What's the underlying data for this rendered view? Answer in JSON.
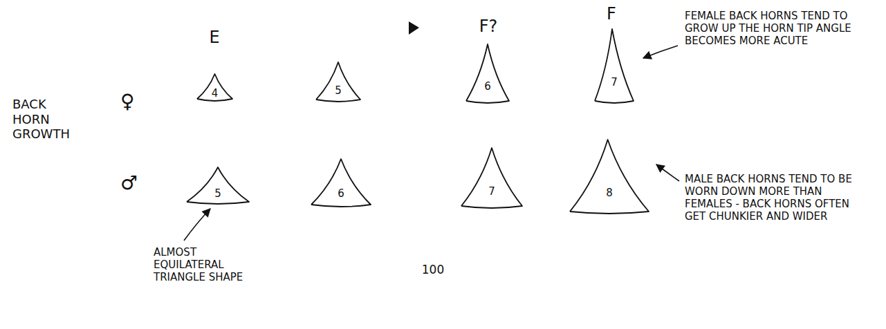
{
  "diagram": {
    "nodes": [
      {
        "text": [
          "4"
        ]
      },
      {
        "text": [
          "5"
        ]
      },
      {
        "text": [
          "6"
        ]
      },
      {
        "text": [
          "7"
        ]
      },
      {
        "text": [
          "5"
        ]
      },
      {
        "text": [
          "6"
        ]
      },
      {
        "text": [
          "7"
        ]
      },
      {
        "text": [
          "8"
        ]
      }
    ],
    "labels": [
      "E",
      "F?",
      "F",
      "BACK HORN GROWTH",
      "♀",
      "♂",
      "FEMALE BACK HORNS TEND TO GROW UP THE HORN TIP ANGLE BECOMES MORE ACUTE",
      "ALMOST EQUILATERAL TRIANGLE SHAPE",
      "MALE BACK HORNS TEND TO BE WORN DOWN MORE THAN FEMALES - BACK HORNS OFTEN GET CHUNKIER AND WIDER",
      "100"
    ]
  }
}
